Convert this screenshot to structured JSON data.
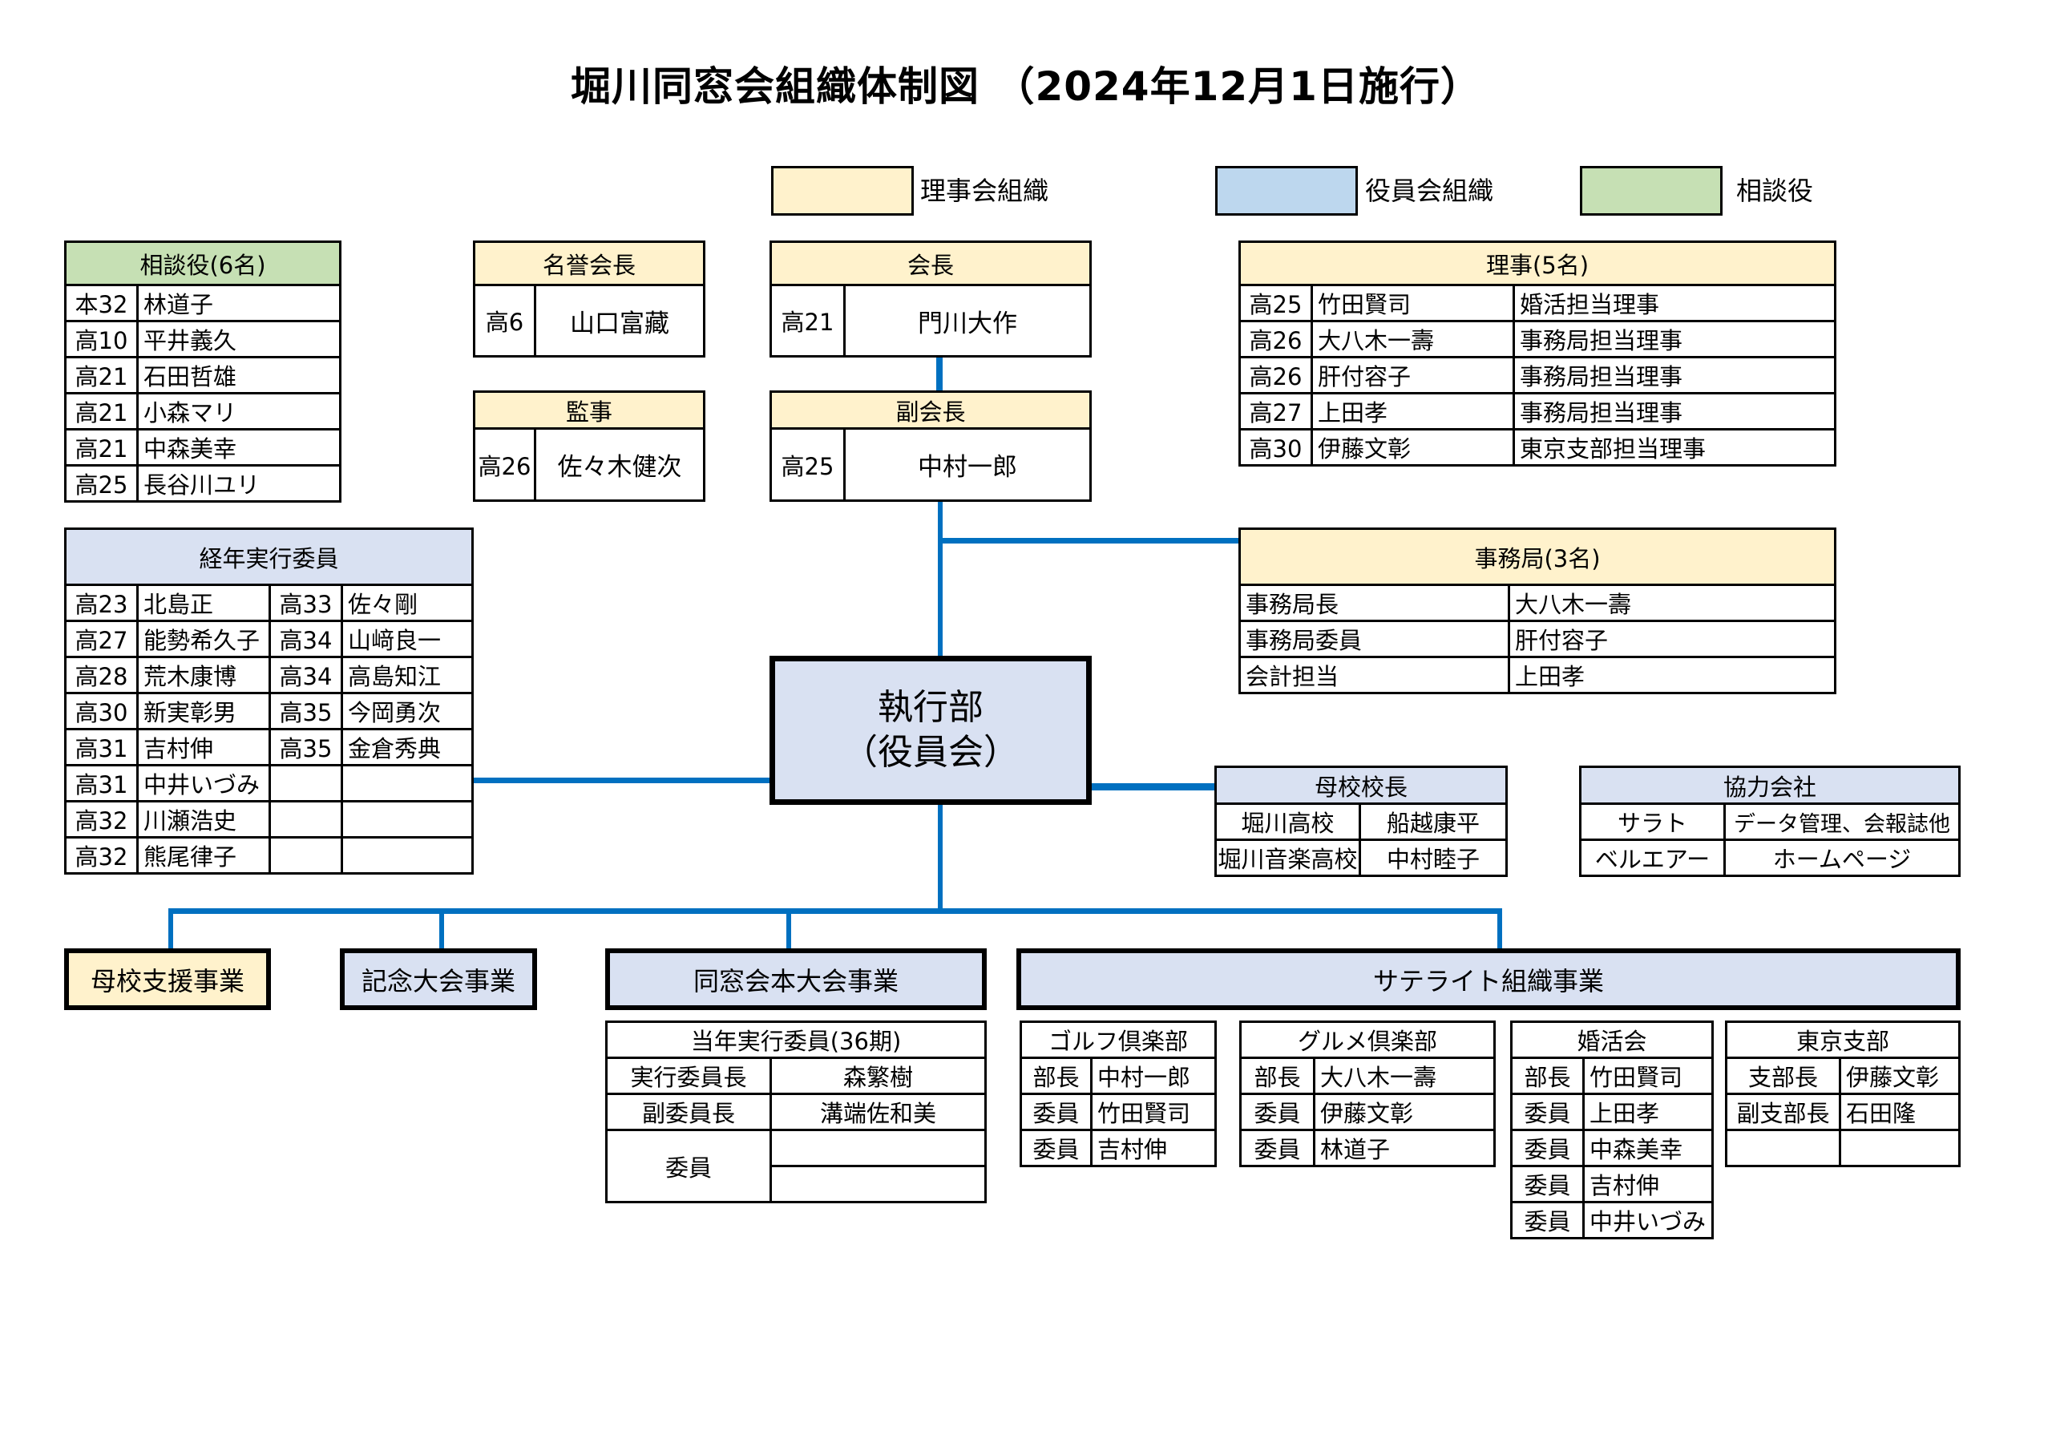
{
  "title": "堀川同窓会組織体制図 （2024年12月1日施行）",
  "legend": [
    {
      "label": "理事会組織",
      "color": "#fff2cc"
    },
    {
      "label": "役員会組織",
      "color": "#bdd7ee"
    },
    {
      "label": "相談役",
      "color": "#c6e0b4"
    }
  ],
  "colors": {
    "connector": "#0070c0",
    "board": "#fff2cc",
    "executive": "#d9e1f2",
    "advisor": "#c6e0b4"
  },
  "advisors": {
    "header": "相談役(6名)",
    "rows": [
      {
        "class": "本32",
        "name": "林道子"
      },
      {
        "class": "高10",
        "name": "平井義久"
      },
      {
        "class": "高21",
        "name": "石田哲雄"
      },
      {
        "class": "高21",
        "name": "小森マリ"
      },
      {
        "class": "高21",
        "name": "中森美幸"
      },
      {
        "class": "高25",
        "name": "長谷川ユリ"
      }
    ]
  },
  "honorary_president": {
    "header": "名誉会長",
    "class": "高6",
    "name": "山口富藏"
  },
  "auditor": {
    "header": "監事",
    "class": "高26",
    "name": "佐々木健次"
  },
  "president": {
    "header": "会長",
    "class": "高21",
    "name": "門川大作"
  },
  "vice_president": {
    "header": "副会長",
    "class": "高25",
    "name": "中村一郎"
  },
  "directors": {
    "header": "理事(5名)",
    "rows": [
      {
        "class": "高25",
        "name": "竹田賢司",
        "role": "婚活担当理事"
      },
      {
        "class": "高26",
        "name": "大八木一壽",
        "role": "事務局担当理事"
      },
      {
        "class": "高26",
        "name": "肝付容子",
        "role": "事務局担当理事"
      },
      {
        "class": "高27",
        "name": "上田孝",
        "role": "事務局担当理事"
      },
      {
        "class": "高30",
        "name": "伊藤文彰",
        "role": "東京支部担当理事"
      }
    ]
  },
  "veteran_committee": {
    "header": "経年実行委員",
    "rows": [
      {
        "class1": "高23",
        "name1": "北島正",
        "class2": "高33",
        "name2": "佐々剛"
      },
      {
        "class1": "高27",
        "name1": "能勢希久子",
        "class2": "高34",
        "name2": "山﨑良一"
      },
      {
        "class1": "高28",
        "name1": "荒木康博",
        "class2": "高34",
        "name2": "高島知江"
      },
      {
        "class1": "高30",
        "name1": "新実彰男",
        "class2": "高35",
        "name2": "今岡勇次"
      },
      {
        "class1": "高31",
        "name1": "吉村伸",
        "class2": "高35",
        "name2": "金倉秀典"
      },
      {
        "class1": "高31",
        "name1": "中井いづみ",
        "class2": "",
        "name2": ""
      },
      {
        "class1": "高32",
        "name1": "川瀬浩史",
        "class2": "",
        "name2": ""
      },
      {
        "class1": "高32",
        "name1": "熊尾律子",
        "class2": "",
        "name2": ""
      }
    ]
  },
  "secretariat": {
    "header": "事務局(3名)",
    "rows": [
      {
        "role": "事務局長",
        "name": "大八木一壽"
      },
      {
        "role": "事務局委員",
        "name": "肝付容子"
      },
      {
        "role": "会計担当",
        "name": "上田孝"
      }
    ]
  },
  "executive": {
    "line1": "執行部",
    "line2": "（役員会）"
  },
  "principals": {
    "header": "母校校長",
    "rows": [
      {
        "school": "堀川高校",
        "name": "船越康平"
      },
      {
        "school": "堀川音楽高校",
        "name": "中村睦子"
      }
    ]
  },
  "partners": {
    "header": "協力会社",
    "rows": [
      {
        "company": "サラト",
        "service": "データ管理、会報誌他"
      },
      {
        "company": "ベルエアー",
        "service": "ホームページ"
      }
    ]
  },
  "projects": {
    "school_support": "母校支援事業",
    "anniversary": "記念大会事業",
    "main_event": "同窓会本大会事業",
    "satellite": "サテライト組織事業"
  },
  "current_committee": {
    "header": "当年実行委員(36期)",
    "chair_label": "実行委員長",
    "chair_name": "森繁樹",
    "vice_label": "副委員長",
    "vice_name": "溝端佐和美",
    "member_label": "委員",
    "members": [
      "",
      ""
    ]
  },
  "clubs": [
    {
      "header": "ゴルフ倶楽部",
      "rows": [
        {
          "role": "部長",
          "name": "中村一郎"
        },
        {
          "role": "委員",
          "name": "竹田賢司"
        },
        {
          "role": "委員",
          "name": "吉村伸"
        }
      ]
    },
    {
      "header": "グルメ倶楽部",
      "rows": [
        {
          "role": "部長",
          "name": "大八木一壽"
        },
        {
          "role": "委員",
          "name": "伊藤文彰"
        },
        {
          "role": "委員",
          "name": "林道子"
        }
      ]
    },
    {
      "header": "婚活会",
      "rows": [
        {
          "role": "部長",
          "name": "竹田賢司"
        },
        {
          "role": "委員",
          "name": "上田孝"
        },
        {
          "role": "委員",
          "name": "中森美幸"
        },
        {
          "role": "委員",
          "name": "吉村伸"
        },
        {
          "role": "委員",
          "name": "中井いづみ"
        }
      ]
    },
    {
      "header": "東京支部",
      "rows": [
        {
          "role": "支部長",
          "name": "伊藤文彰"
        },
        {
          "role": "副支部長",
          "name": "石田隆"
        },
        {
          "role": "",
          "name": ""
        }
      ]
    }
  ]
}
